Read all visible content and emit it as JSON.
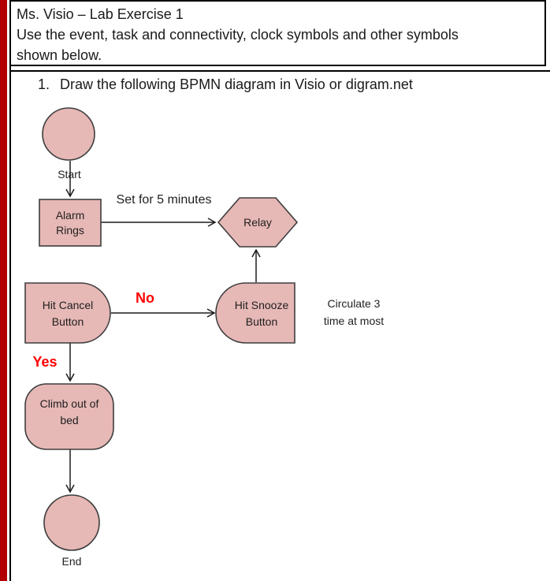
{
  "page": {
    "accent_strip_color": "#b20000",
    "shape_fill": "#e6b8b6",
    "shape_stroke": "#3e3e3e",
    "decision_text_color": "#ff0000"
  },
  "header": {
    "line1": "Ms. Visio – Lab Exercise 1",
    "line2": "Use the event, task and connectivity, clock symbols and other symbols",
    "line3": "shown below."
  },
  "instruction": {
    "number": "1.",
    "text": "Draw the following BPMN diagram in Visio or digram.net"
  },
  "diagram": {
    "nodes": {
      "start": "Start",
      "alarm_line1": "Alarm",
      "alarm_line2": "Rings",
      "relay": "Relay",
      "cancel_line1": "Hit Cancel",
      "cancel_line2": "Button",
      "snooze_line1": "Hit Snooze",
      "snooze_line2": "Button",
      "climb_line1": "Climb out of",
      "climb_line2": "bed",
      "end": "End"
    },
    "labels": {
      "set_for": "Set for 5 minutes",
      "no": "No",
      "yes": "Yes",
      "circulate_line1": "Circulate 3",
      "circulate_line2": "time at most"
    }
  }
}
